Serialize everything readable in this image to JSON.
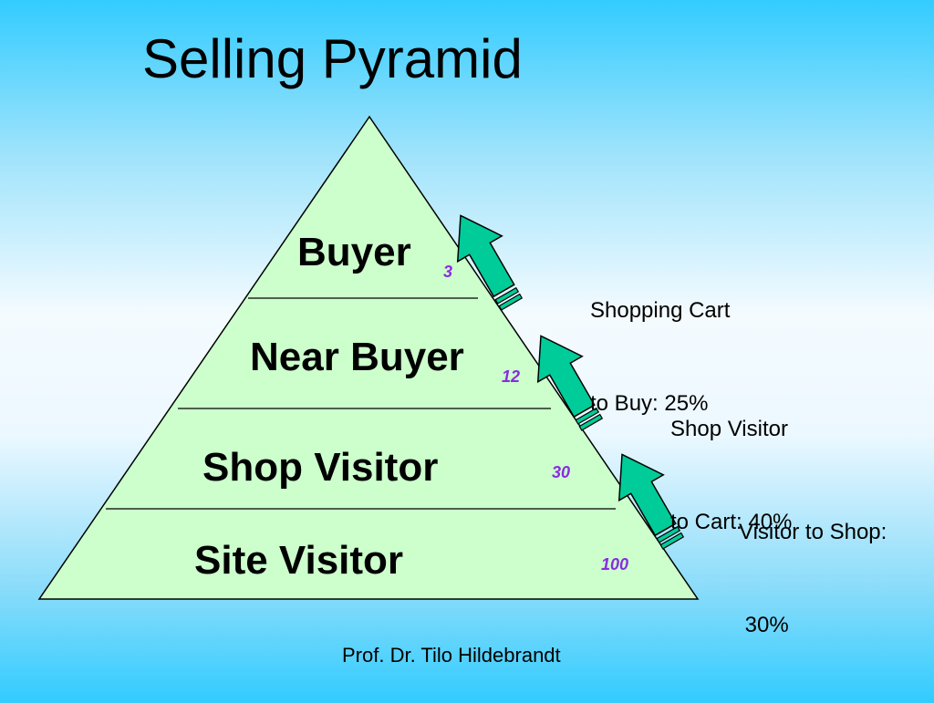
{
  "title": "Selling Pyramid",
  "levels": [
    {
      "label": "Buyer",
      "count": "3"
    },
    {
      "label": "Near Buyer",
      "count": "12"
    },
    {
      "label": "Shop Visitor",
      "count": "30"
    },
    {
      "label": "Site Visitor",
      "count": "100"
    }
  ],
  "conversions": [
    {
      "line1": "Shopping Cart",
      "line2": "to Buy: 25%"
    },
    {
      "line1": "Shop Visitor",
      "line2": "to Cart: 40%"
    },
    {
      "line1": "Visitor to Shop:",
      "line2": " 30%"
    }
  ],
  "footer": "Prof. Dr. Tilo Hildebrandt",
  "colors": {
    "pyramid_fill": "#ccffcc",
    "arrow_fill": "#00cc99",
    "count_color": "#8a2be2"
  }
}
